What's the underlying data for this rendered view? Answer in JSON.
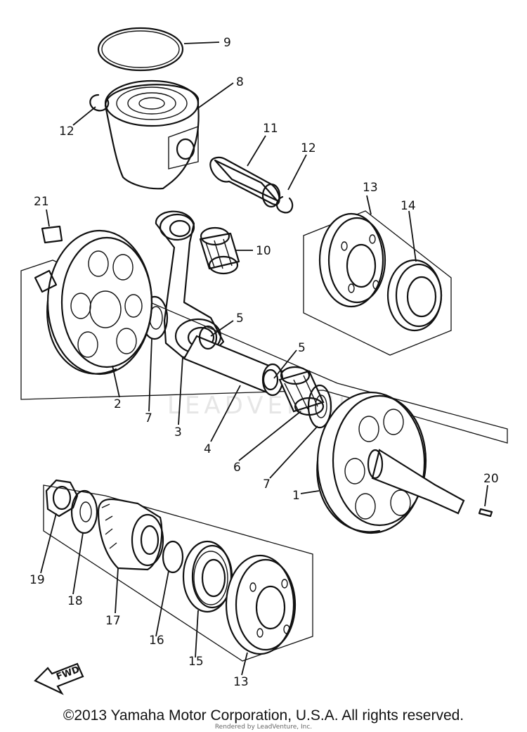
{
  "diagram": {
    "callouts": [
      {
        "id": "c9",
        "label": "9"
      },
      {
        "id": "c8",
        "label": "8"
      },
      {
        "id": "c12a",
        "label": "12"
      },
      {
        "id": "c11",
        "label": "11"
      },
      {
        "id": "c12b",
        "label": "12"
      },
      {
        "id": "c21",
        "label": "21"
      },
      {
        "id": "c13a",
        "label": "13"
      },
      {
        "id": "c14",
        "label": "14"
      },
      {
        "id": "c10",
        "label": "10"
      },
      {
        "id": "c5a",
        "label": "5"
      },
      {
        "id": "c5b",
        "label": "5"
      },
      {
        "id": "c2",
        "label": "2"
      },
      {
        "id": "c7a",
        "label": "7"
      },
      {
        "id": "c3",
        "label": "3"
      },
      {
        "id": "c4",
        "label": "4"
      },
      {
        "id": "c6",
        "label": "6"
      },
      {
        "id": "c7b",
        "label": "7"
      },
      {
        "id": "c1",
        "label": "1"
      },
      {
        "id": "c20",
        "label": "20"
      },
      {
        "id": "c19",
        "label": "19"
      },
      {
        "id": "c18",
        "label": "18"
      },
      {
        "id": "c17",
        "label": "17"
      },
      {
        "id": "c16",
        "label": "16"
      },
      {
        "id": "c15",
        "label": "15"
      },
      {
        "id": "c13b",
        "label": "13"
      }
    ],
    "fwd_label": "FWD",
    "watermark": "LEADVENTURE"
  },
  "footer": {
    "copyright": "©2013 Yamaha Motor Corporation, U.S.A. All rights reserved.",
    "rendered_by": "Rendered by LeadVenture, Inc."
  }
}
